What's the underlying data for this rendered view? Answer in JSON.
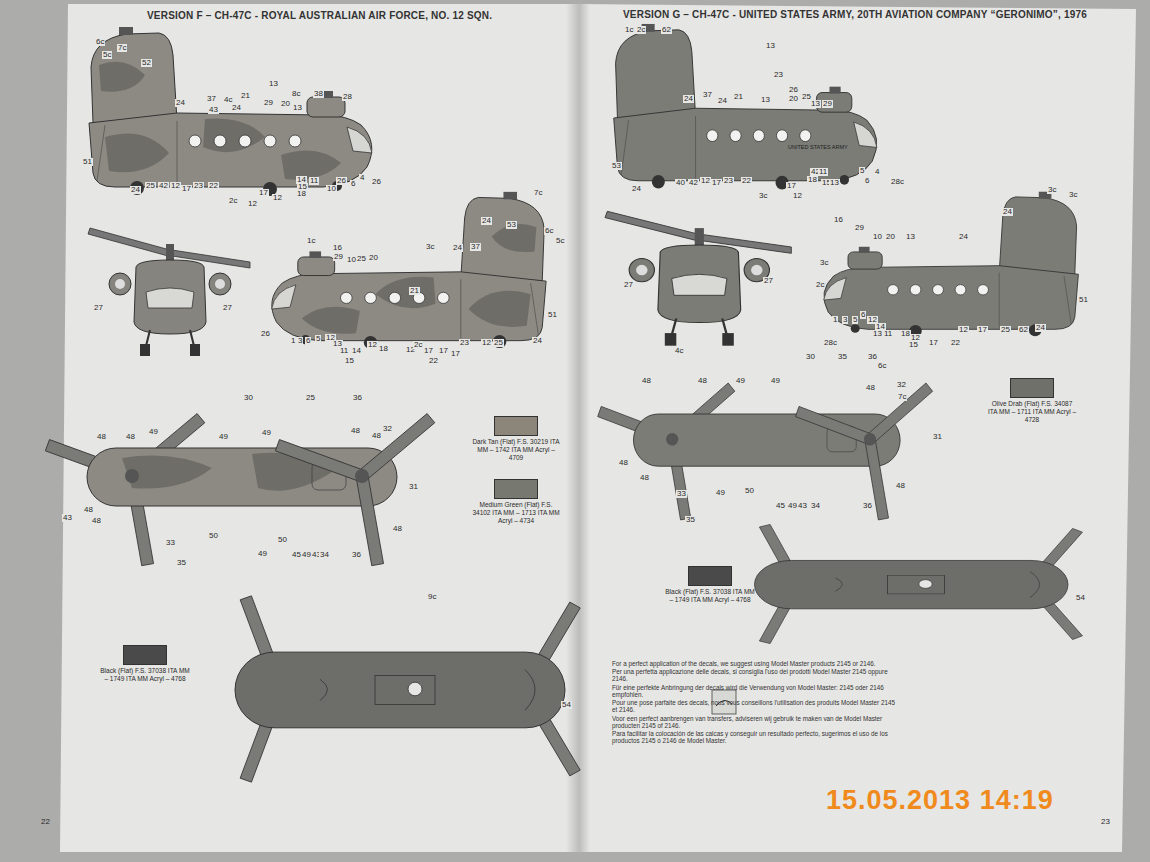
{
  "diagram": {
    "title": "VERSION F – CH-47C - ROYAL AUSTRALIAN AIR FORCE, NO. 12 SQN.",
    "labels": [
      "VERSION G – CH-47C - UNITED STATES ARMY, 20TH AVIATION COMPANY “GERONIMO”, 1976",
      "For a perfect application of the decals, we suggest using Model Master products 2145 or 2146.",
      "Per una perfetta applicazione delle decals, si consiglia l'uso dei prodotti Model Master 2145 oppure 2146.",
      "Für eine perfekte Anbringung der decals wird die Verwendung von Model Master: 2145 oder 2146 empfohlen.",
      "Pour une pose parfaite des decals, nous vous conseillons l'utilisation des produits Model Master 2145 et 2146.",
      "Voor een perfect aanbrengen van transfers, adviseren wij gebruik te maken van de Model Master producten 2145 of 2146.",
      "Para facilitar la colocación de las calcas y conseguir un resultado perfecto, sugerimos el uso de los productos 2145 ó 2146 de Model Master.",
      "22",
      "23",
      "15.05.2013 14:19",
      "UNITED STATES ARMY",
      "6c",
      "5c",
      "7c",
      "52",
      "24",
      "37",
      "43",
      "4c",
      "24",
      "21",
      "13",
      "29",
      "20",
      "8c",
      "13",
      "38",
      "28",
      "51",
      "24",
      "25",
      "42",
      "12",
      "17",
      "23",
      "22",
      "2c",
      "12",
      "17",
      "12",
      "14",
      "15",
      "18",
      "11",
      "10",
      "26",
      "6",
      "4",
      "26",
      "7c",
      "24",
      "53",
      "6c",
      "5c",
      "1c",
      "16",
      "29",
      "10",
      "25",
      "20",
      "3c",
      "24",
      "37",
      "21",
      "51",
      "26",
      "1",
      "3",
      "6",
      "5",
      "12",
      "13",
      "11",
      "14",
      "12",
      "18",
      "12",
      "2c",
      "17",
      "22",
      "17",
      "17",
      "23",
      "12",
      "25",
      "24",
      "15",
      "27",
      "27",
      "30",
      "25",
      "36",
      "48",
      "48",
      "49",
      "49",
      "49",
      "48",
      "48",
      "32",
      "31",
      "48",
      "43",
      "48",
      "33",
      "50",
      "35",
      "49",
      "50",
      "49",
      "45",
      "43",
      "34",
      "36",
      "48",
      "9c",
      "54",
      "1c",
      "2c",
      "62",
      "13",
      "24",
      "37",
      "24",
      "21",
      "13",
      "23",
      "26",
      "20",
      "25",
      "13",
      "29",
      "53",
      "24",
      "40",
      "42",
      "12",
      "17",
      "23",
      "22",
      "3c",
      "17",
      "12",
      "18",
      "42",
      "11",
      "15",
      "13",
      "5",
      "6",
      "4",
      "28c",
      "27",
      "27",
      "4c",
      "16",
      "29",
      "24",
      "3c",
      "3c",
      "10",
      "20",
      "13",
      "24",
      "3c",
      "2c",
      "51",
      "1",
      "3",
      "5",
      "6",
      "12",
      "14",
      "13",
      "11",
      "18",
      "12",
      "15",
      "17",
      "22",
      "12",
      "17",
      "25",
      "62",
      "24",
      "28c",
      "30",
      "35",
      "36",
      "6c",
      "48",
      "48",
      "49",
      "49",
      "48",
      "32",
      "7c",
      "31",
      "48",
      "48",
      "33",
      "35",
      "49",
      "50",
      "45",
      "49",
      "43",
      "34",
      "36",
      "48",
      "54"
    ],
    "legend": [
      {
        "text": "Dark Tan (Flat) F.S. 30219 ITA MM – 1742 ITA MM Acryl – 4709",
        "color": "#8c8579"
      },
      {
        "text": "Medium Green (Flat) F.S. 34102 ITA MM – 1713 ITA MM Acryl – 4734",
        "color": "#77786f"
      },
      {
        "text": "Black (Flat) F.S. 37038 ITA MM – 1749 ITA MM Acryl – 4768",
        "color": "#4a4a4a"
      },
      {
        "text": "Olive Drab (Flat) F.S. 34087 ITA MM – 1711 ITA MM Acryl – 4728",
        "color": "#6f706a"
      },
      {
        "text": "Black (Flat) F.S. 37038 ITA MM – 1749 ITA MM Acryl – 4768",
        "color": "#4a4a4a"
      }
    ]
  }
}
